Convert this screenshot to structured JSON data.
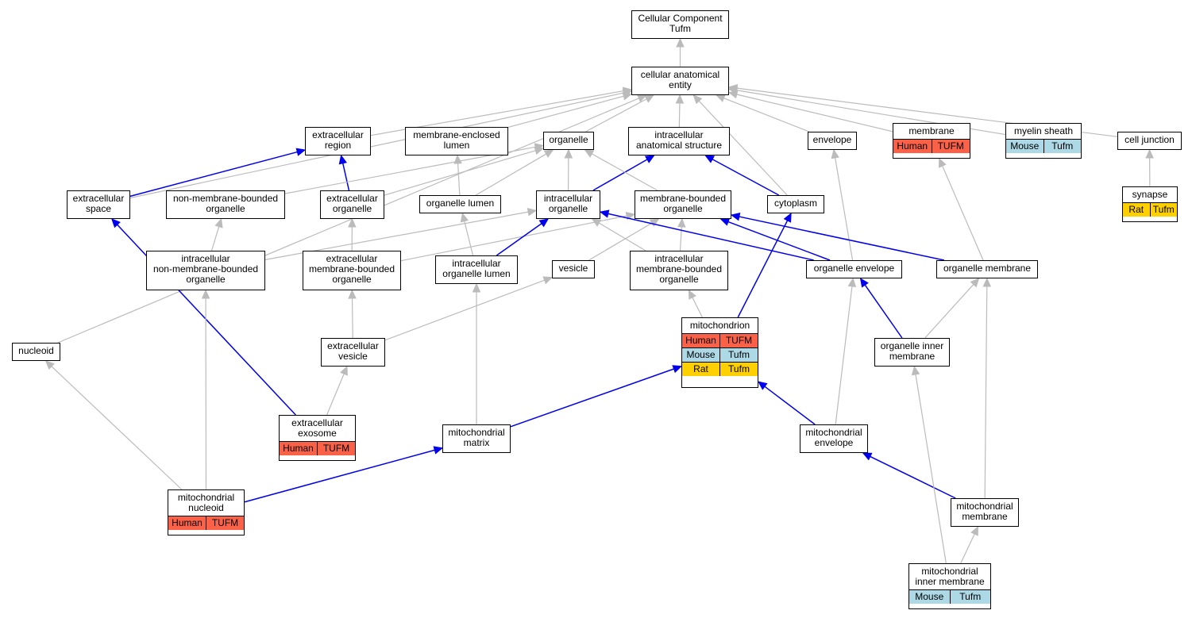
{
  "colors": {
    "grey_edge": "#bbbbbb",
    "blue_edge": "#0000ee",
    "human": "#fa6147",
    "mouse": "#add8e6",
    "rat": "#ffd000"
  },
  "nodes": {
    "root": {
      "label": "Cellular Component\nTufm"
    },
    "cae": {
      "label": "cellular anatomical\nentity"
    },
    "exreg": {
      "label": "extracellular\nregion"
    },
    "melumen": {
      "label": "membrane-enclosed\nlumen"
    },
    "organelle": {
      "label": "organelle"
    },
    "ias": {
      "label": "intracellular\nanatomical structure"
    },
    "envelope": {
      "label": "envelope"
    },
    "membrane": {
      "label": "membrane",
      "orthologs": [
        {
          "species": "Human",
          "gene": "TUFM"
        }
      ]
    },
    "myelin": {
      "label": "myelin sheath",
      "orthologs": [
        {
          "species": "Mouse",
          "gene": "Tufm"
        }
      ]
    },
    "celljunc": {
      "label": "cell junction"
    },
    "synapse": {
      "label": "synapse",
      "orthologs": [
        {
          "species": "Rat",
          "gene": "Tufm"
        }
      ]
    },
    "exspace": {
      "label": "extracellular\nspace"
    },
    "nmbo": {
      "label": "non-membrane-bounded\norganelle"
    },
    "exorg": {
      "label": "extracellular\norganelle"
    },
    "orglumen": {
      "label": "organelle lumen"
    },
    "intraorg": {
      "label": "intracellular\norganelle"
    },
    "mbo": {
      "label": "membrane-bounded\norganelle"
    },
    "cytoplasm": {
      "label": "cytoplasm"
    },
    "inmbo": {
      "label": "intracellular\nnon-membrane-bounded\norganelle"
    },
    "exmbo": {
      "label": "extracellular\nmembrane-bounded\norganelle"
    },
    "iol": {
      "label": "intracellular\norganelle lumen"
    },
    "vesicle": {
      "label": "vesicle"
    },
    "imbo": {
      "label": "intracellular\nmembrane-bounded\norganelle"
    },
    "orgenv": {
      "label": "organelle envelope"
    },
    "orgmem": {
      "label": "organelle membrane"
    },
    "nucleoid": {
      "label": "nucleoid"
    },
    "exves": {
      "label": "extracellular\nvesicle"
    },
    "mito": {
      "label": "mitochondrion",
      "orthologs": [
        {
          "species": "Human",
          "gene": "TUFM"
        },
        {
          "species": "Mouse",
          "gene": "Tufm"
        },
        {
          "species": "Rat",
          "gene": "Tufm"
        }
      ]
    },
    "oim": {
      "label": "organelle inner\nmembrane"
    },
    "exosome": {
      "label": "extracellular\nexosome",
      "orthologs": [
        {
          "species": "Human",
          "gene": "TUFM"
        }
      ]
    },
    "mmatrix": {
      "label": "mitochondrial\nmatrix"
    },
    "menv": {
      "label": "mitochondrial\nenvelope"
    },
    "mnuc": {
      "label": "mitochondrial\nnucleoid",
      "orthologs": [
        {
          "species": "Human",
          "gene": "TUFM"
        }
      ]
    },
    "mmem": {
      "label": "mitochondrial\nmembrane"
    },
    "mim": {
      "label": "mitochondrial\ninner membrane",
      "orthologs": [
        {
          "species": "Mouse",
          "gene": "Tufm"
        }
      ]
    }
  },
  "edges": [
    {
      "from": "cae",
      "to": "root",
      "kind": "grey"
    },
    {
      "from": "exreg",
      "to": "cae",
      "kind": "grey"
    },
    {
      "from": "melumen",
      "to": "cae",
      "kind": "grey"
    },
    {
      "from": "organelle",
      "to": "cae",
      "kind": "grey"
    },
    {
      "from": "ias",
      "to": "cae",
      "kind": "grey"
    },
    {
      "from": "envelope",
      "to": "cae",
      "kind": "grey"
    },
    {
      "from": "membrane",
      "to": "cae",
      "kind": "grey"
    },
    {
      "from": "myelin",
      "to": "cae",
      "kind": "grey"
    },
    {
      "from": "celljunc",
      "to": "cae",
      "kind": "grey"
    },
    {
      "from": "exspace",
      "to": "cae",
      "kind": "grey"
    },
    {
      "from": "nucleoid",
      "to": "cae",
      "kind": "grey"
    },
    {
      "from": "cytoplasm",
      "to": "cae",
      "kind": "grey"
    },
    {
      "from": "synapse",
      "to": "celljunc",
      "kind": "grey"
    },
    {
      "from": "exspace",
      "to": "exreg",
      "kind": "blue"
    },
    {
      "from": "exorg",
      "to": "exreg",
      "kind": "blue"
    },
    {
      "from": "nmbo",
      "to": "organelle",
      "kind": "grey"
    },
    {
      "from": "exorg",
      "to": "organelle",
      "kind": "grey"
    },
    {
      "from": "orglumen",
      "to": "melumen",
      "kind": "grey"
    },
    {
      "from": "orglumen",
      "to": "organelle",
      "kind": "grey"
    },
    {
      "from": "intraorg",
      "to": "organelle",
      "kind": "grey"
    },
    {
      "from": "intraorg",
      "to": "ias",
      "kind": "blue"
    },
    {
      "from": "mbo",
      "to": "organelle",
      "kind": "grey"
    },
    {
      "from": "cytoplasm",
      "to": "ias",
      "kind": "blue"
    },
    {
      "from": "inmbo",
      "to": "nmbo",
      "kind": "grey"
    },
    {
      "from": "inmbo",
      "to": "intraorg",
      "kind": "grey"
    },
    {
      "from": "exmbo",
      "to": "exorg",
      "kind": "grey"
    },
    {
      "from": "exmbo",
      "to": "mbo",
      "kind": "grey"
    },
    {
      "from": "iol",
      "to": "orglumen",
      "kind": "grey"
    },
    {
      "from": "iol",
      "to": "intraorg",
      "kind": "blue"
    },
    {
      "from": "vesicle",
      "to": "mbo",
      "kind": "grey"
    },
    {
      "from": "imbo",
      "to": "intraorg",
      "kind": "grey"
    },
    {
      "from": "imbo",
      "to": "mbo",
      "kind": "grey"
    },
    {
      "from": "orgenv",
      "to": "envelope",
      "kind": "grey"
    },
    {
      "from": "orgenv",
      "to": "intraorg",
      "kind": "blue"
    },
    {
      "from": "orgenv",
      "to": "mbo",
      "kind": "blue"
    },
    {
      "from": "orgmem",
      "to": "membrane",
      "kind": "grey"
    },
    {
      "from": "orgmem",
      "to": "mbo",
      "kind": "blue"
    },
    {
      "from": "mnuc",
      "to": "nucleoid",
      "kind": "grey"
    },
    {
      "from": "exves",
      "to": "vesicle",
      "kind": "grey"
    },
    {
      "from": "exves",
      "to": "exmbo",
      "kind": "grey"
    },
    {
      "from": "exosome",
      "to": "exves",
      "kind": "grey"
    },
    {
      "from": "exosome",
      "to": "exspace",
      "kind": "blue"
    },
    {
      "from": "mito",
      "to": "imbo",
      "kind": "grey"
    },
    {
      "from": "mito",
      "to": "cytoplasm",
      "kind": "blue"
    },
    {
      "from": "oim",
      "to": "orgenv",
      "kind": "blue"
    },
    {
      "from": "oim",
      "to": "orgmem",
      "kind": "grey"
    },
    {
      "from": "mmatrix",
      "to": "iol",
      "kind": "grey"
    },
    {
      "from": "mmatrix",
      "to": "mito",
      "kind": "blue"
    },
    {
      "from": "menv",
      "to": "mito",
      "kind": "blue"
    },
    {
      "from": "menv",
      "to": "orgenv",
      "kind": "grey"
    },
    {
      "from": "mnuc",
      "to": "inmbo",
      "kind": "grey"
    },
    {
      "from": "mnuc",
      "to": "mmatrix",
      "kind": "blue"
    },
    {
      "from": "mmem",
      "to": "menv",
      "kind": "blue"
    },
    {
      "from": "mmem",
      "to": "orgmem",
      "kind": "grey"
    },
    {
      "from": "mim",
      "to": "mmem",
      "kind": "grey"
    },
    {
      "from": "mim",
      "to": "oim",
      "kind": "grey"
    }
  ]
}
